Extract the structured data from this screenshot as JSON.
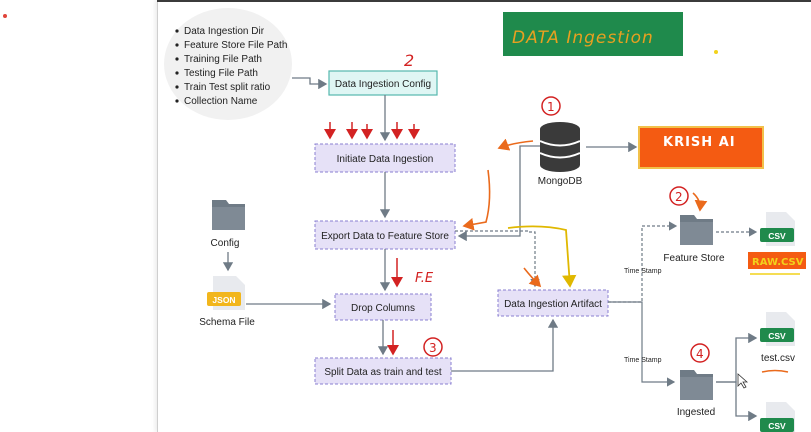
{
  "bullets": [
    "Data Ingestion Dir",
    "Feature Store File Path",
    "Training File Path",
    "Testing File Path",
    "Train Test split ratio",
    "Collection Name"
  ],
  "title_banner": "DATA Ingestion",
  "brand_banner": "KRISH AI",
  "nodes": {
    "config_box": "Data Ingestion Config",
    "initiate": "Initiate Data Ingestion",
    "export": "Export Data to Feature Store",
    "drop": "Drop Columns",
    "split": "Split Data as train and test",
    "artifact": "Data Ingestion Artifact"
  },
  "labels": {
    "mongodb": "MongoDB",
    "config": "Config",
    "schema": "Schema File",
    "json_badge": "JSON",
    "feature_store": "Feature Store",
    "ingested": "Ingested",
    "csv_badge": "CSV",
    "test_csv": "test.csv",
    "timestamp": "Time Stamp",
    "raw_csv": "RAW.CSV"
  },
  "annotations": {
    "step1": "1",
    "step2": "2",
    "step3": "3",
    "step4": "4",
    "fe": "F.E"
  },
  "colors": {
    "dashed_box_fill": "#e6e1f7",
    "dashed_box_stroke": "#8a7fd0",
    "config_fill": "#dff6f4",
    "config_stroke": "#55b8ad",
    "title_green": "#1f8a4c",
    "title_text": "#e8a020",
    "brand_orange": "#f45b12",
    "red_pen": "#d32222",
    "orange_pen": "#ea6a1c",
    "yellow_pen": "#f2d21b",
    "arrow_gray": "#6f7b86"
  }
}
